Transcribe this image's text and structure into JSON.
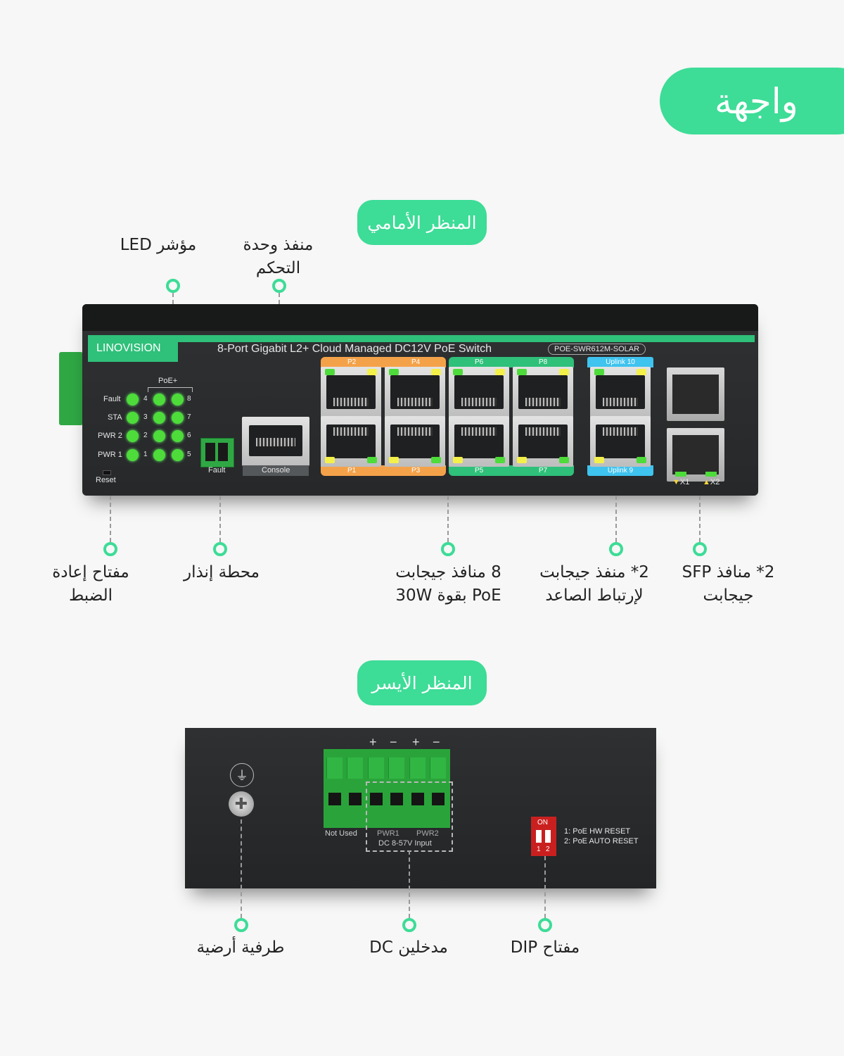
{
  "corner_title": "واجهة",
  "front_section": "المنظر الأمامي",
  "left_section": "المنظر الأيسر",
  "colors": {
    "accent": "#3ddc97",
    "device": "#2a2c2e",
    "port_orange": "#f4a24a",
    "port_green": "#2fc07a",
    "port_blue": "#3fc3ef"
  },
  "front_callouts": {
    "led": "مؤشر LED",
    "console": "منفذ وحدة التحكم",
    "reset": "مفتاح إعادة الضبط",
    "alarm": "محطة إنذار",
    "poe": "8 منافذ جيجابت PoE بقوة 30W",
    "uplink": "2* منفذ جيجابت لإرتباط الصاعد",
    "sfp": "2* منافذ SFP جيجابت"
  },
  "side_callouts": {
    "ground": "طرفية أرضية",
    "dc": "مدخلين DC",
    "dip": "مفتاح DIP"
  },
  "device": {
    "brand": "LINOVISION",
    "title": "8-Port Gigabit L2+ Cloud Managed DC12V PoE Switch",
    "model": "POE-SWR612M-SOLAR",
    "poe_label": "PoE+",
    "status": [
      "Fault",
      "STA",
      "PWR 2",
      "PWR 1"
    ],
    "led_numbers": [
      "4",
      "8",
      "3",
      "7",
      "2",
      "6",
      "1",
      "5"
    ],
    "reset": "Reset",
    "fault": "Fault",
    "console": "Console",
    "ports_top": [
      "P2",
      "P4",
      "P6",
      "P8"
    ],
    "ports_bottom": [
      "P1",
      "P3",
      "P5",
      "P7"
    ],
    "uplink_top": "Uplink 10",
    "uplink_bottom": "Uplink 9",
    "sfp": [
      "X1",
      "X2"
    ]
  },
  "side": {
    "polarity": [
      "+",
      "−",
      "+",
      "−"
    ],
    "not_used": "Not Used",
    "pwr1": "PWR1",
    "pwr2": "PWR2",
    "dc_input": "DC 8-57V Input",
    "dip_on": "ON",
    "dip_numbers": [
      "1",
      "2"
    ],
    "dip_desc": [
      "1: PoE HW RESET",
      "2: PoE AUTO RESET"
    ]
  }
}
